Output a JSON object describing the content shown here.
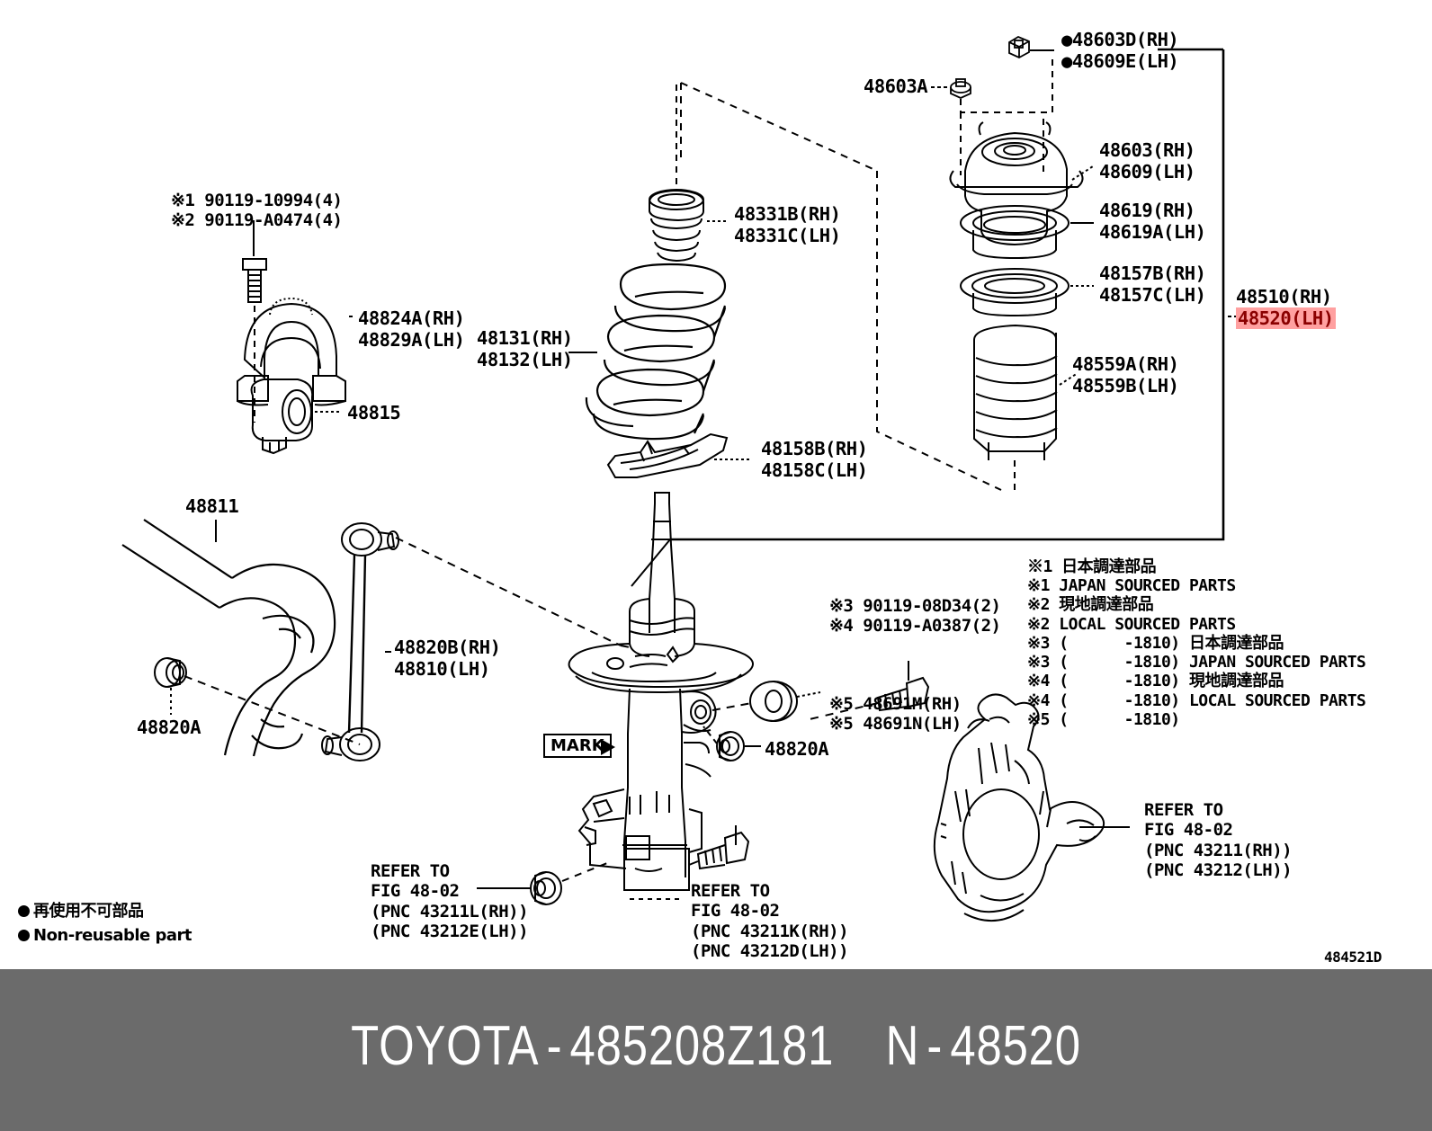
{
  "diagram": {
    "code": "484521D",
    "mark_label": "MARK",
    "legend": {
      "jp": "再使用不可部品",
      "en": "Non-reusable part"
    },
    "notes": [
      "※1 日本調達部品",
      "※1 JAPAN SOURCED PARTS",
      "※2 現地調達部品",
      "※2 LOCAL SOURCED PARTS",
      "※3 (      -1810) 日本調達部品",
      "※3 (      -1810) JAPAN SOURCED PARTS",
      "※4 (      -1810) 現地調達部品",
      "※4 (      -1810) LOCAL SOURCED PARTS",
      "※5 (      -1810)"
    ],
    "labels": {
      "nut_top": "●48603D(RH)\n●48609E(LH)",
      "nut_48603a": "48603A",
      "support": "48603(RH)\n48609(LH)",
      "bearing": "48619(RH)\n48619A(LH)",
      "seat_48157": "48157B(RH)\n48157C(LH)",
      "assy": "48510(RH)",
      "assy_hl": "48520(LH)",
      "boot": "48559A(RH)\n48559B(LH)",
      "bumper": "48331B(RH)\n48331C(LH)",
      "spring": "48131(RH)\n48132(LH)",
      "insulator": "48158B(RH)\n48158C(LH)",
      "bolt_top": "※1 90119-10994(4)\n※2 90119-A0474(4)",
      "bracket": "48824A(RH)\n48829A(LH)",
      "bush_48815": "48815",
      "bar_48811": "48811",
      "link": "48820B(RH)\n48810(LH)",
      "nut_48820a_left": "48820A",
      "nut_48820a_mid": "48820A",
      "bolt_mid": "※3 90119-08D34(2)\n※4 90119-A0387(2)",
      "bolt_48691": "※5 48691M(RH)\n※5 48691N(LH)",
      "refer_left": "REFER TO\nFIG 48-02\n(PNC 43211L(RH))\n(PNC 43212E(LH))",
      "refer_mid": "REFER TO\nFIG 48-02\n(PNC 43211K(RH))\n(PNC 43212D(LH))",
      "refer_right": "REFER TO\nFIG 48-02\n(PNC 43211(RH))\n(PNC 43212(LH))"
    }
  },
  "banner": {
    "brand": "TOYOTA",
    "sep1": "-",
    "part_number": "485208Z181",
    "group_prefix": "N",
    "sep2": "-",
    "group_number": "48520"
  },
  "colors": {
    "highlight_bg": "#ffa0a0",
    "highlight_fg": "#8a0000",
    "banner_bg": "#6b6b6b",
    "ink": "#000000"
  }
}
